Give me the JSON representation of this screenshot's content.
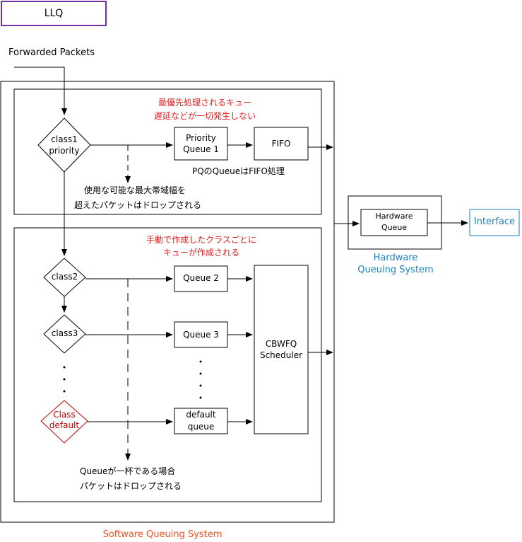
{
  "title": "LLQ",
  "input_label": "Forwarded Packets",
  "priority_section": {
    "note_line1": "最優先処理されるキュー",
    "note_line2": "遅延などが一切発生しない",
    "classifier_line1": "class1",
    "classifier_line2": "priority",
    "queue_line1": "Priority",
    "queue_line2": "Queue 1",
    "fifo": "FIFO",
    "pq_note": "PQのQueueはFIFO処理",
    "drop_line1": "使用な可能な最大帯域幅を",
    "drop_line2": "超えたパケットはドロップされる"
  },
  "cbwfq_section": {
    "note_line1": "手動で作成したクラスごとに",
    "note_line2": "キューが作成される",
    "class2": "class2",
    "class3": "class3",
    "class_default_line1": "Class",
    "class_default_line2": "default",
    "queue2": "Queue 2",
    "queue3": "Queue 3",
    "default_queue_line1": "default",
    "default_queue_line2": "queue",
    "scheduler_line1": "CBWFQ",
    "scheduler_line2": "Scheduler",
    "drop_line1": "Queueが一杯である場合",
    "drop_line2": "パケットはドロップされる"
  },
  "hardware": {
    "queue_line1": "Hardware",
    "queue_line2": "Queue",
    "system_line1": "Hardware",
    "system_line2": "Queuing System"
  },
  "interface": "Interface",
  "software_system_label": "Software Queuing System",
  "colors": {
    "note_red": "#e02020",
    "class_default_red": "#c00000",
    "blue": "#1f7fc0",
    "orange": "#ff4a1a",
    "title_border": "#7030a0"
  }
}
